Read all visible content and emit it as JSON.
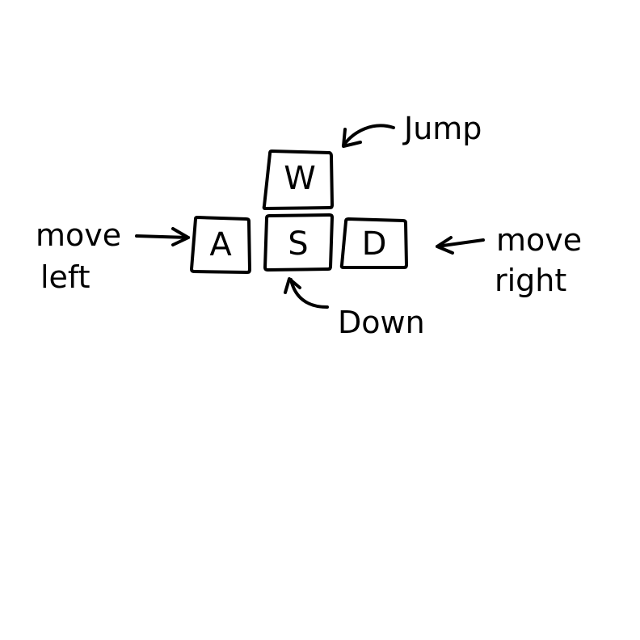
{
  "keys": {
    "w": "W",
    "a": "A",
    "s": "S",
    "d": "D"
  },
  "labels": {
    "jump": "Jump",
    "down": "Down",
    "move_left_line1": "move",
    "move_left_line2": "left",
    "move_right_line1": "move",
    "move_right_line2": "right"
  },
  "colors": {
    "ink": "#000000",
    "paper": "#ffffff"
  }
}
